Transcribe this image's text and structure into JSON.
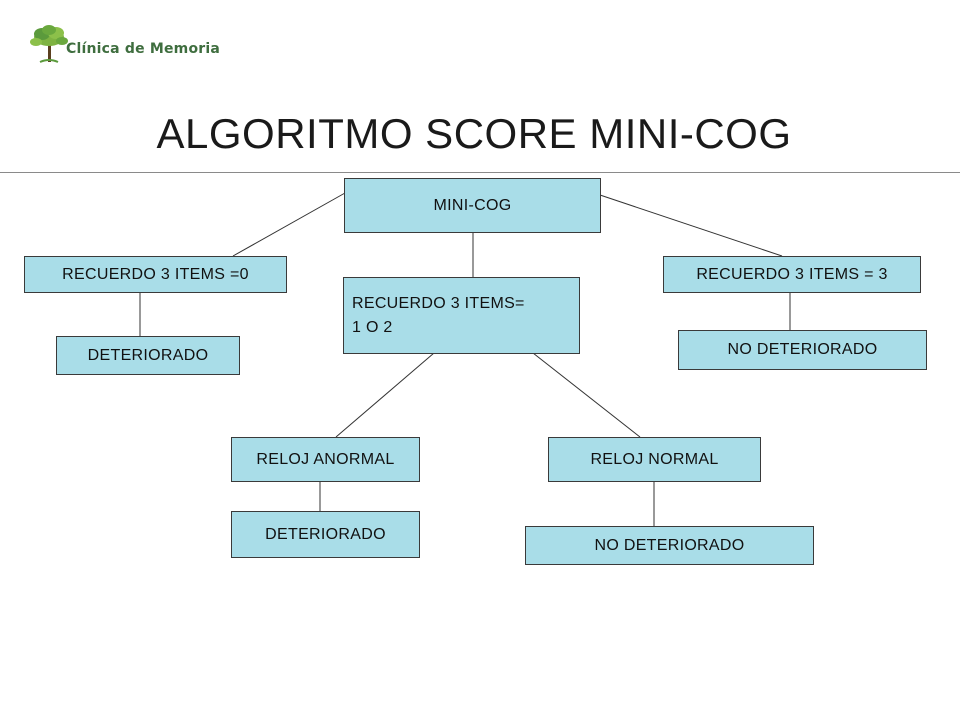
{
  "header": {
    "logo_text": "Clínica de Memoria",
    "title": "ALGORITMO SCORE MINI-COG"
  },
  "colors": {
    "box_fill": "#a9dde8",
    "box_border": "#3a3a3a",
    "connector": "#333333",
    "logo_green": "#5b9a3c"
  },
  "diagram": {
    "root": "MINI-COG",
    "recall_zero": "RECUERDO  3 ITEMS =0",
    "recall_zero_result": "DETERIORADO",
    "recall_mid_line1": "RECUERDO  3 ITEMS=",
    "recall_mid_line2": "1 O 2",
    "recall_three": "RECUERDO  3 ITEMS = 3",
    "recall_three_result": "NO DETERIORADO",
    "clock_abnormal": "RELOJ ANORMAL",
    "clock_abnormal_result": "DETERIORADO",
    "clock_normal": "RELOJ NORMAL",
    "clock_normal_result": "NO DETERIORADO"
  }
}
